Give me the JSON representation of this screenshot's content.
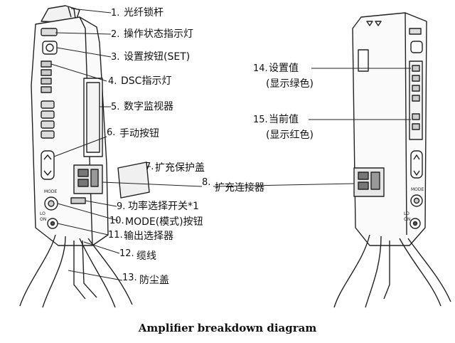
{
  "labels": [
    {
      "num": "1.",
      "text": "光纤锁杆"
    },
    {
      "num": "2.",
      "text": "操作状态指示灯"
    },
    {
      "num": "3.",
      "text": "设置按钮(SET)"
    },
    {
      "num": "4.",
      "text": "DSC指示灯"
    },
    {
      "num": "5.",
      "text": "数字监视器"
    },
    {
      "num": "6.",
      "text": "手动按钮"
    },
    {
      "num": "7.",
      "text": "扩充保护盖"
    },
    {
      "num": "8.",
      "text": "扩充连接器"
    },
    {
      "num": "9.",
      "text": "功率选择开关*1"
    },
    {
      "num": "10.",
      "text": "MODE(模式)按钮"
    },
    {
      "num": "11.",
      "text": "输出选择器"
    },
    {
      "num": "12.",
      "text": "缆线"
    },
    {
      "num": "13.",
      "text": "防尘盖"
    },
    {
      "num": "14.",
      "text": "设置值"
    },
    {
      "num": "15.",
      "text": "当前值"
    }
  ],
  "sublabels": {
    "set_value_color": "(显示绿色)",
    "current_value_color": "(显示红色)"
  },
  "device_marks": {
    "mode": "MODE",
    "lo": "LO",
    "on": "ON"
  },
  "caption": "Amplifier breakdown diagram"
}
